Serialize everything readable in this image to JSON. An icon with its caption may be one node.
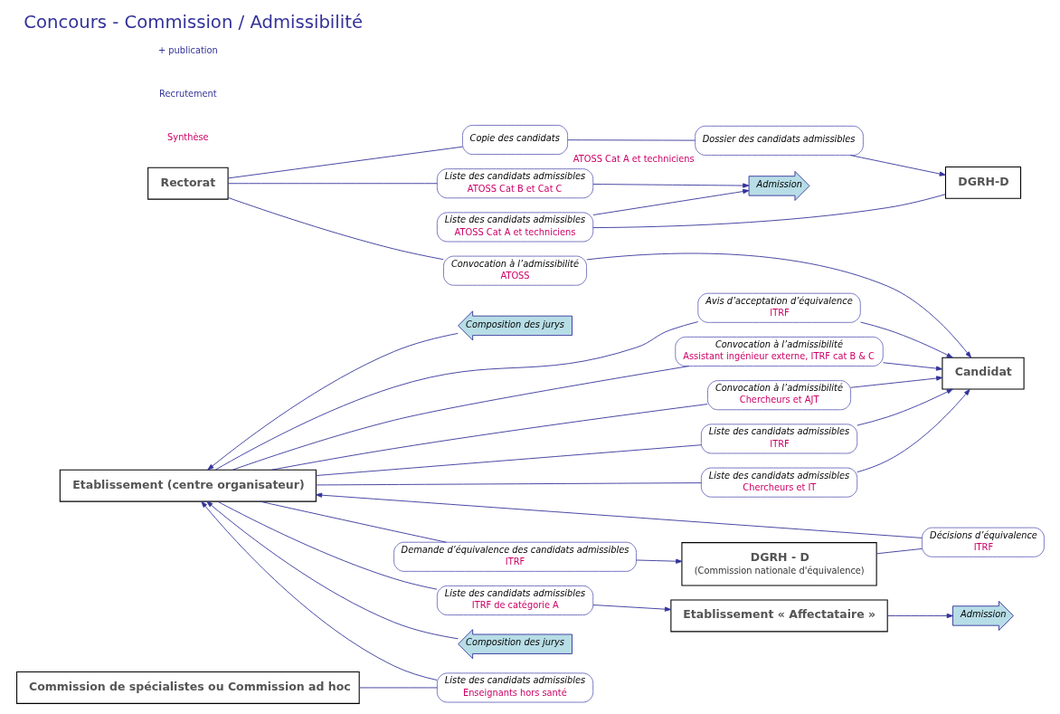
{
  "diagram": {
    "title": "Concours - Commission / Admissibilité",
    "nodes": [
      {
        "text": [
          "Etablissement (centre organisateur)"
        ]
      },
      {
        "text": [
          "Candidat"
        ]
      },
      {
        "text": [
          "Composition des jurys"
        ]
      },
      {
        "text": [
          "Convocation à l’admissibilité",
          "Assistant ingénieur externe, ITRF cat B & C"
        ]
      },
      {
        "text": [
          "Liste des candidats admissibles",
          "ITRF"
        ]
      },
      {
        "text": [
          "Liste des candidats admissibles",
          "ITRF de catégorie A"
        ]
      },
      {
        "text": [
          "Etablissement « Affectataire »"
        ]
      },
      {
        "text": [
          "Admission"
        ]
      },
      {
        "text": [
          "Demande d’équivalence des candidats admissibles",
          "ITRF"
        ]
      },
      {
        "text": [
          "DGRH - D",
          "(Commission nationale d'équivalence)"
        ]
      },
      {
        "text": [
          "Décisions d’équivalence",
          "ITRF"
        ]
      },
      {
        "text": [
          "Avis d’acceptation d’équivalence",
          "ITRF"
        ]
      },
      {
        "text": [
          "Commission de spécialistes ou Commission ad hoc"
        ]
      },
      {
        "text": [
          "Liste des candidats admissibles",
          "Enseignants hors santé"
        ]
      },
      {
        "text": [
          "Convocation à l’admissibilité",
          "Chercheurs et AJT"
        ]
      },
      {
        "text": [
          "Liste des candidats admissibles",
          "Chercheurs et IT"
        ]
      },
      {
        "text": [
          "Composition des jurys"
        ]
      },
      {
        "text": [
          "Rectorat"
        ]
      },
      {
        "text": [
          "Convocation à l’admissibilité",
          "ATOSS"
        ]
      },
      {
        "text": [
          "Copie des candidats"
        ]
      },
      {
        "text": [
          "Dossier des candidats admissibles"
        ],
        "beside": [
          "ATOSS Cat A et techniciens"
        ]
      },
      {
        "text": [
          "DGRH-D"
        ]
      },
      {
        "text": [
          "Liste des candidats admissibles",
          "ATOSS Cat B et Cat C"
        ]
      },
      {
        "text": [
          "Admission"
        ]
      },
      {
        "text": [
          "Liste des candidats admissibles",
          "ATOSS Cat A et techniciens"
        ]
      }
    ],
    "edges": [
      {
        "from": 2,
        "to": 0,
        "arrow": "to"
      },
      {
        "from": 0,
        "to": 3,
        "arrow": "none"
      },
      {
        "from": 3,
        "to": 1,
        "arrow": "to"
      },
      {
        "from": 0,
        "to": 4,
        "arrow": "none"
      },
      {
        "from": 4,
        "to": 1,
        "arrow": "to"
      },
      {
        "from": 0,
        "to": 5,
        "arrow": "none"
      },
      {
        "from": 5,
        "to": 6,
        "arrow": "to"
      },
      {
        "from": 6,
        "to": 7,
        "arrow": "to"
      },
      {
        "from": 0,
        "to": 8,
        "arrow": "none"
      },
      {
        "from": 8,
        "to": 9,
        "arrow": "to"
      },
      {
        "from": 9,
        "to": 10,
        "arrow": "none"
      },
      {
        "from": 10,
        "to": 0,
        "arrow": "to"
      },
      {
        "from": 0,
        "to": 11,
        "arrow": "none"
      },
      {
        "from": 11,
        "to": 1,
        "arrow": "to"
      },
      {
        "from": 12,
        "to": 13,
        "arrow": "none"
      },
      {
        "from": 13,
        "to": 0,
        "arrow": "to"
      },
      {
        "from": 0,
        "to": 14,
        "arrow": "none"
      },
      {
        "from": 14,
        "to": 1,
        "arrow": "to"
      },
      {
        "from": 0,
        "to": 15,
        "arrow": "none"
      },
      {
        "from": 15,
        "to": 1,
        "arrow": "to"
      },
      {
        "from": 16,
        "to": 0,
        "arrow": "to"
      },
      {
        "from": 17,
        "to": 18,
        "arrow": "none"
      },
      {
        "from": 18,
        "to": 1,
        "arrow": "to"
      },
      {
        "from": 17,
        "to": 19,
        "arrow": "none"
      },
      {
        "from": 19,
        "to": 20,
        "arrow": "none"
      },
      {
        "from": 20,
        "to": 21,
        "arrow": "to"
      },
      {
        "from": 17,
        "to": 22,
        "arrow": "none"
      },
      {
        "from": 22,
        "to": 23,
        "arrow": "to"
      },
      {
        "from": 21,
        "to": 24,
        "arrow": "none"
      },
      {
        "from": 24,
        "to": 23,
        "arrow": "to"
      }
    ],
    "labels": [
      "Synthèse",
      "Recrutement",
      "+ publication"
    ]
  }
}
